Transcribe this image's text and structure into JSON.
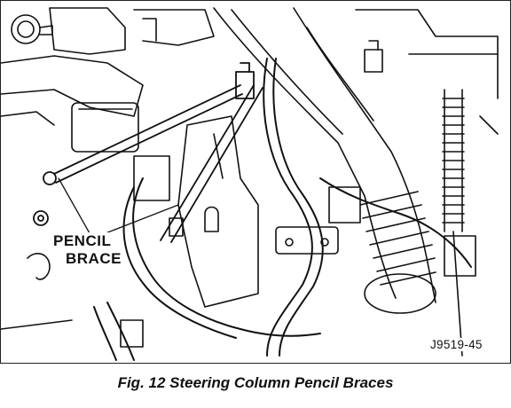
{
  "figure": {
    "callout_label_line1": "PENCIL",
    "callout_label_line2": "BRACE",
    "figure_id": "J9519-45",
    "caption": "Fig. 12 Steering Column Pencil Braces"
  },
  "colors": {
    "ink": "#111111",
    "paper": "#ffffff"
  }
}
